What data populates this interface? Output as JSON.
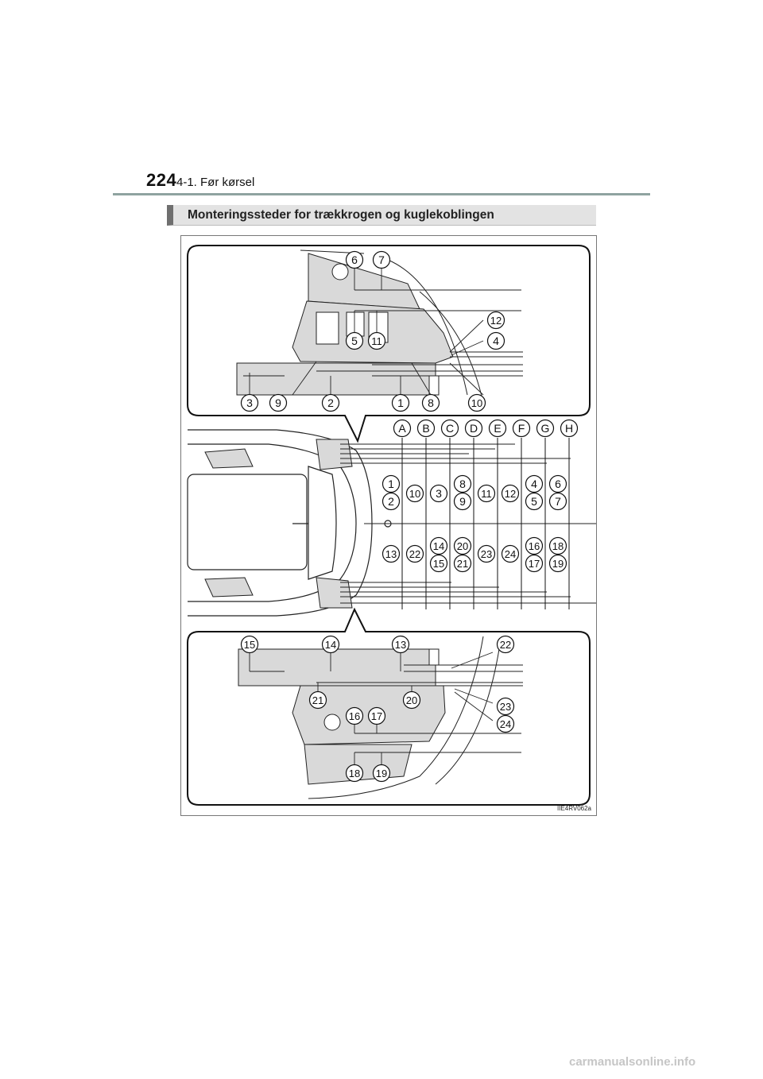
{
  "header": {
    "page_number": "224",
    "section": "4-1. Før kørsel"
  },
  "title": "Monteringssteder for trækkrogen og kuglekoblingen",
  "figure": {
    "id": "IIE4RV062a",
    "top_callouts": [
      "6",
      "7",
      "12",
      "4",
      "5",
      "11",
      "3",
      "9",
      "2",
      "1",
      "8",
      "10"
    ],
    "column_letters": [
      "A",
      "B",
      "C",
      "D",
      "E",
      "F",
      "G",
      "H"
    ],
    "column_upper": [
      [
        "1",
        "2"
      ],
      [
        "10"
      ],
      [
        "3"
      ],
      [
        "8",
        "9"
      ],
      [
        "11"
      ],
      [
        "12"
      ],
      [
        "4",
        "5"
      ],
      [
        "6",
        "7"
      ]
    ],
    "column_lower": [
      [
        "13"
      ],
      [
        "22"
      ],
      [
        "14",
        "15"
      ],
      [
        "20",
        "21"
      ],
      [
        "23"
      ],
      [
        "24"
      ],
      [
        "16",
        "17"
      ],
      [
        "18",
        "19"
      ]
    ],
    "bottom_callouts": [
      "15",
      "14",
      "13",
      "22",
      "21",
      "20",
      "23",
      "16",
      "17",
      "24",
      "18",
      "19"
    ]
  },
  "watermark": "carmanualsonline.info"
}
